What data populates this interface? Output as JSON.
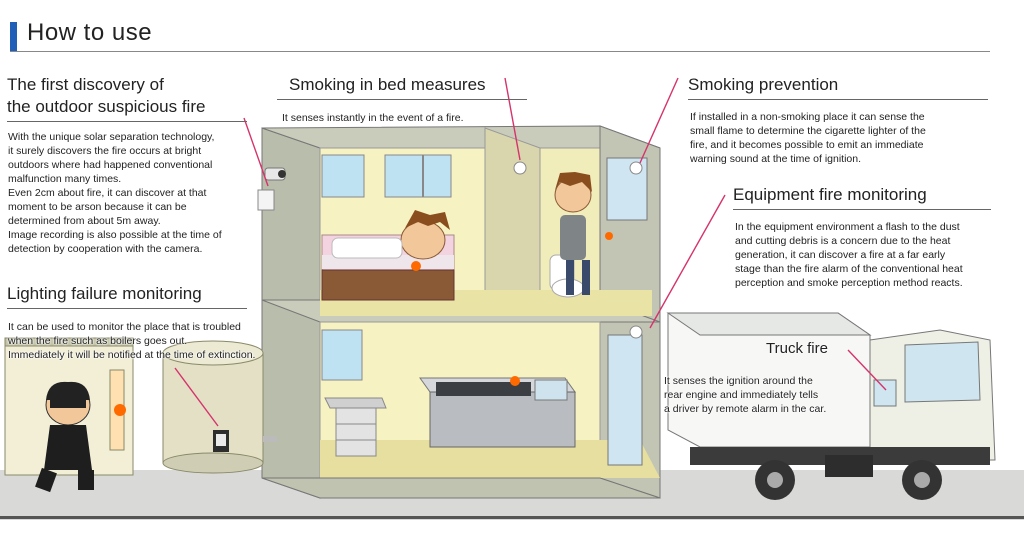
{
  "header": {
    "title": "How to use",
    "accent_color": "#1f5fb8"
  },
  "sections": {
    "outdoor": {
      "title_line1": "The first discovery of",
      "title_line2": "the outdoor suspicious fire",
      "lines": [
        "With the unique solar separation technology,",
        "it surely discovers the fire occurs at bright",
        "outdoors where had happened conventional",
        "malfunction many times.",
        "Even 2cm about fire, it can discover at that",
        "moment to be arson because it can be",
        "determined from about 5m away.",
        "Image recording is also possible at the time of",
        "detection by cooperation with the camera."
      ]
    },
    "bed": {
      "title": "Smoking in bed measures",
      "text": "It senses instantly in the event of a fire."
    },
    "smoking": {
      "title": "Smoking prevention",
      "lines": [
        "If installed in a non-smoking place it can sense the",
        "small flame to determine the cigarette lighter of the",
        "fire, and it becomes possible to emit an immediate",
        "warning sound at the time of ignition."
      ]
    },
    "equipment": {
      "title": "Equipment fire monitoring",
      "lines": [
        "In the equipment environment a flash to the dust",
        "and cutting debris is a concern due to the heat",
        "generation, it can discover a fire at a far early",
        "stage than the fire alarm of the conventional heat",
        "perception and smoke perception method reacts."
      ]
    },
    "lighting": {
      "title": "Lighting failure monitoring",
      "lines": [
        "It can be used to monitor the place that is troubled",
        "when the fire such as boilers goes out.",
        "Immediately it will be notified at the time of extinction."
      ]
    },
    "truck": {
      "title": "Truck fire",
      "lines": [
        "It senses the ignition around the",
        "rear engine and immediately tells",
        "a driver by remote alarm in the car."
      ]
    }
  },
  "colors": {
    "callout_line": "#d6336c",
    "wall": "#bfc3b0",
    "room": "#f6f2c2",
    "floor": "#e6dfa0",
    "flame": "#ff6a00"
  }
}
